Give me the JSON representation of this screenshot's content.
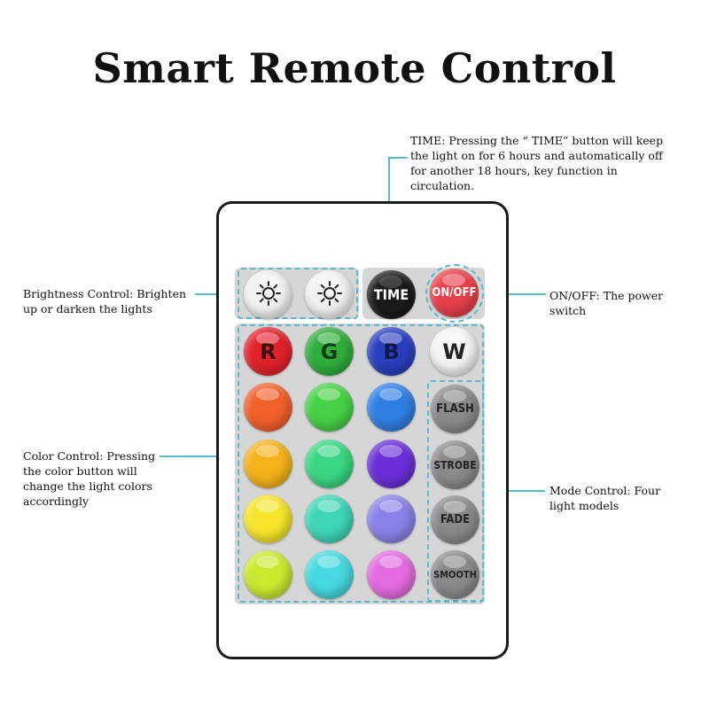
{
  "title": "Smart Remote Control",
  "notes": {
    "time": [
      "TIME: Pressing the “ TIME” button will keep",
      "the light on for 6 hours and automatically off",
      "for another 18 hours, key function in",
      "circulation."
    ],
    "brightness": [
      "Brightness Control: Brighten",
      "up or darken the lights"
    ],
    "onoff": [
      "ON/OFF: The power",
      "switch"
    ],
    "color": [
      "Color Control: Pressing",
      "the color button will",
      "change the light colors",
      "accordingly"
    ],
    "mode": [
      "Mode Control: Four",
      "light models"
    ]
  },
  "buttons": {
    "brighten_icon": "brightness-up-icon",
    "darken_icon": "brightness-down-icon",
    "time": "TIME",
    "onoff": "ON/OFF",
    "r": "R",
    "g": "G",
    "b": "B",
    "w": "W",
    "flash": "FLASH",
    "strobe": "STROBE",
    "fade": "FADE",
    "smooth": "SMOOTH"
  },
  "colors": {
    "accent": "#5ab8cf",
    "red": "#e2222b",
    "green": "#2fae3c",
    "blue": "#2a3fbf",
    "onoff": "#e8404a",
    "time": "#1a1a1a",
    "row2": [
      "#f2602a",
      "#47d147",
      "#2f7fe3"
    ],
    "row3": [
      "#f5b31a",
      "#39d783",
      "#6a2fd9"
    ],
    "row4": [
      "#f6e52b",
      "#3fd6b6",
      "#8a82e8"
    ],
    "row5": [
      "#c9ea2f",
      "#46d9e0",
      "#e46be0"
    ]
  }
}
